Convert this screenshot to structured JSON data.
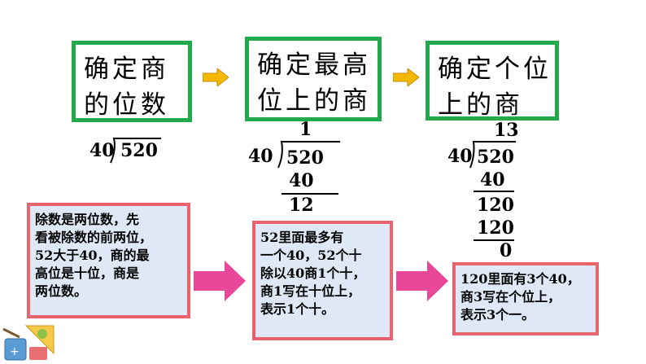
{
  "steps": [
    {
      "lines": [
        "确定商",
        "的位数"
      ]
    },
    {
      "lines": [
        "确定最高",
        "位上的商"
      ]
    },
    {
      "lines": [
        "确定个位",
        "上的商"
      ]
    }
  ],
  "division1": {
    "divisor": "40",
    "dividend": "520"
  },
  "division2": {
    "quotient": "1",
    "divisor": "40",
    "dividend": "520",
    "product": "40",
    "remainder": "12"
  },
  "division3": {
    "quotient": "13",
    "divisor": "40",
    "dividend": "520",
    "product1": "40",
    "partial": "120",
    "product2": "120",
    "remainder": "0"
  },
  "notes": [
    {
      "lines": [
        "除数是两位数，先",
        "看被除数的前两位，",
        "52大于40，商的最",
        "高位是十位，商是",
        "两位数。"
      ]
    },
    {
      "lines": [
        " 52里面最多有",
        "一个40，52个十",
        "除以40商1个十，",
        "商1写在十位上，",
        "表示1个十。"
      ]
    },
    {
      "lines": [
        "120里面有3个40，",
        "商3写在个位上，",
        "表示3个一。"
      ]
    }
  ],
  "colors": {
    "step_border": "#22a94b",
    "note_border": "#e8636b",
    "note_bg": "#dfe8f6",
    "big_arrow": "#e8479a",
    "small_arrow": "#f5b800"
  },
  "icons": [
    "chevron-arrow-icon",
    "big-right-arrow-icon",
    "math-tools-icon"
  ]
}
